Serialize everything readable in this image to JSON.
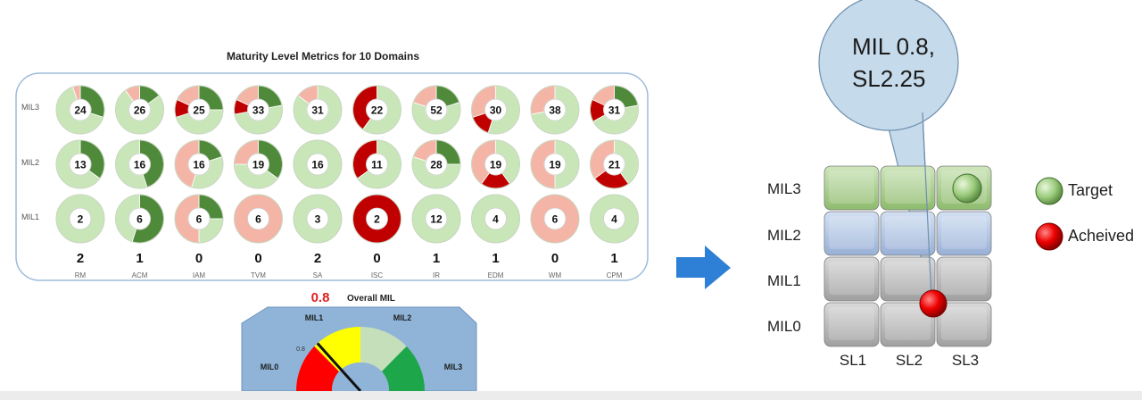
{
  "left_panel": {
    "title": "Maturity Level Metrics for 10 Domains",
    "row_labels": [
      "MIL3",
      "MIL2",
      "MIL1"
    ],
    "domains": [
      {
        "name": "RM",
        "score": "2",
        "mil3": "24",
        "mil2": "13",
        "mil1": "2"
      },
      {
        "name": "ACM",
        "score": "1",
        "mil3": "26",
        "mil2": "16",
        "mil1": "6"
      },
      {
        "name": "IAM",
        "score": "0",
        "mil3": "25",
        "mil2": "16",
        "mil1": "6"
      },
      {
        "name": "TVM",
        "score": "0",
        "mil3": "33",
        "mil2": "19",
        "mil1": "6"
      },
      {
        "name": "SA",
        "score": "2",
        "mil3": "31",
        "mil2": "16",
        "mil1": "3"
      },
      {
        "name": "ISC",
        "score": "0",
        "mil3": "22",
        "mil2": "11",
        "mil1": "2"
      },
      {
        "name": "IR",
        "score": "1",
        "mil3": "52",
        "mil2": "28",
        "mil1": "12"
      },
      {
        "name": "EDM",
        "score": "1",
        "mil3": "30",
        "mil2": "19",
        "mil1": "4"
      },
      {
        "name": "WM",
        "score": "0",
        "mil3": "38",
        "mil2": "19",
        "mil1": "6"
      },
      {
        "name": "CPM",
        "score": "1",
        "mil3": "31",
        "mil2": "21",
        "mil1": "4"
      }
    ]
  },
  "gauge": {
    "value": "0.8",
    "value_numeric": 0.8,
    "title": "Overall MIL",
    "needle_label": "0.8",
    "labels": {
      "mil0": "MIL0",
      "mil1": "MIL1",
      "mil2": "MIL2",
      "mil3": "MIL3"
    }
  },
  "right_panel": {
    "callout_line1": "MIL 0.8,",
    "callout_line2": "SL2.25",
    "rows": [
      "MIL3",
      "MIL2",
      "MIL1",
      "MIL0"
    ],
    "cols": [
      "SL1",
      "SL2",
      "SL3"
    ],
    "legend": {
      "target": "Target",
      "achieved": "Acheived"
    }
  },
  "colors": {
    "dark_green": "#4e8a3a",
    "light_green": "#c8e6b8",
    "red": "#c00000",
    "pink": "#f4b5a6",
    "arrow_blue": "#2e7fd6",
    "gauge_bg": "#8fb4d8",
    "gauge_yellow": "#ffff00",
    "gauge_light": "#c5dfba",
    "gauge_green": "#1ea64a",
    "gauge_red": "#ff0000",
    "cell_green": "#a9d18e",
    "cell_blue": "#b4c7e7",
    "cell_gray": "#bfbfbf"
  }
}
